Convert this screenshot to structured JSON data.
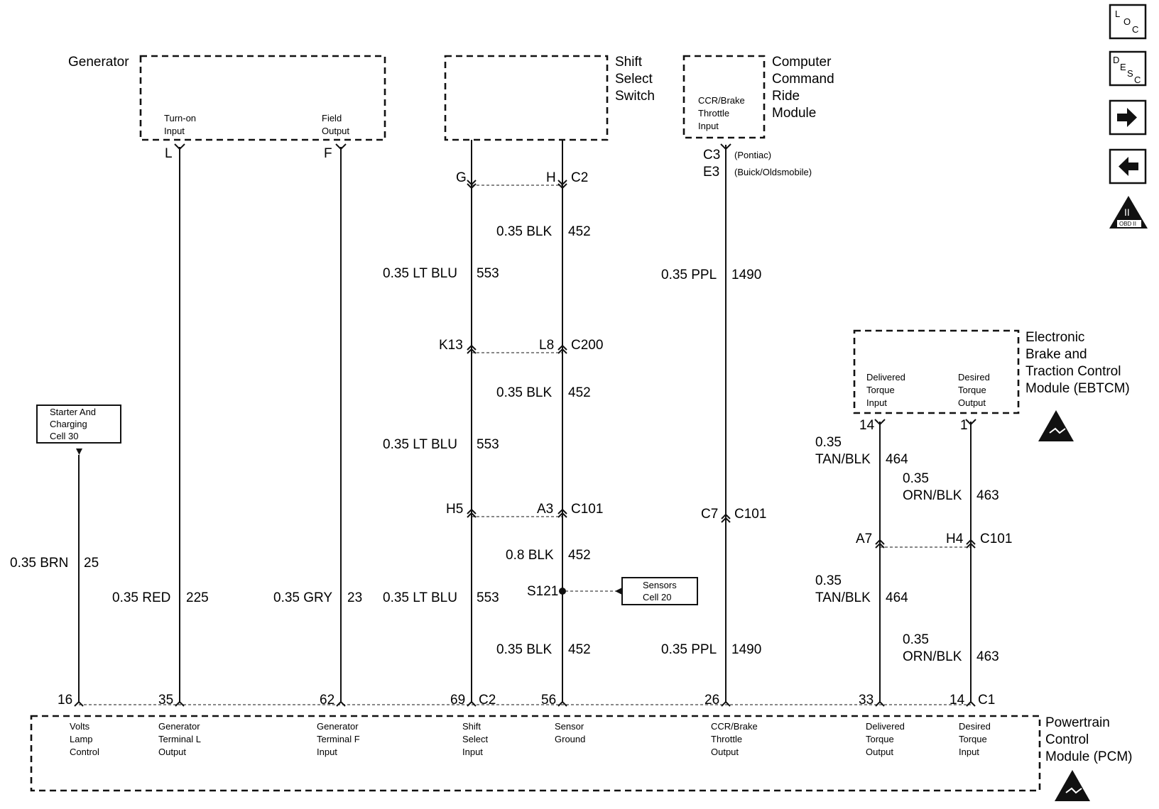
{
  "components": {
    "generator": {
      "title": "Generator",
      "pin_l_label": [
        "Turn-on",
        "Input"
      ],
      "pin_f_label": [
        "Field",
        "Output"
      ]
    },
    "shift_select_switch": {
      "title": [
        "Shift",
        "Select",
        "Switch"
      ]
    },
    "ccr_module": {
      "title": [
        "Computer",
        "Command",
        "Ride",
        "Module"
      ],
      "pin_label": [
        "CCR/Brake",
        "Throttle",
        "Input"
      ]
    },
    "ebtcm": {
      "title": [
        "Electronic",
        "Brake and",
        "Traction Control",
        "Module (EBTCM)"
      ],
      "pin1_label": [
        "Delivered",
        "Torque",
        "Input"
      ],
      "pin2_label": [
        "Desired",
        "Torque",
        "Output"
      ]
    },
    "pcm": {
      "title": [
        "Powertrain",
        "Control",
        "Module (PCM)"
      ]
    },
    "starter_ref": [
      "Starter And",
      "Charging",
      "Cell 30"
    ],
    "sensors_ref": [
      "Sensors",
      "Cell 20"
    ]
  },
  "connectors": {
    "gen_l": "L",
    "gen_f": "F",
    "shift_g": "G",
    "shift_h": "H",
    "shift_conn": "C2",
    "ccr_c3": "C3",
    "ccr_pontiac": "(Pontiac)",
    "ccr_e3": "E3",
    "ccr_buick": "(Buick/Oldsmobile)",
    "k13": "K13",
    "l8": "L8",
    "c200": "C200",
    "h5": "H5",
    "a3": "A3",
    "c101_a": "C101",
    "c7": "C7",
    "c101_b": "C101",
    "a7": "A7",
    "h4": "H4",
    "c101_c": "C101",
    "ebtcm_14": "14",
    "ebtcm_1": "1",
    "s121": "S121"
  },
  "wires": {
    "brn": {
      "color": "0.35 BRN",
      "circuit": "25"
    },
    "red": {
      "color": "0.35 RED",
      "circuit": "225"
    },
    "gry": {
      "color": "0.35 GRY",
      "circuit": "23"
    },
    "ltblu1": {
      "color": "0.35 LT BLU",
      "circuit": "553"
    },
    "ltblu2": {
      "color": "0.35 LT BLU",
      "circuit": "553"
    },
    "ltblu3": {
      "color": "0.35 LT BLU",
      "circuit": "553"
    },
    "blk1": {
      "color": "0.35 BLK",
      "circuit": "452"
    },
    "blk2": {
      "color": "0.35 BLK",
      "circuit": "452"
    },
    "blk3": {
      "color": "0.8 BLK",
      "circuit": "452"
    },
    "blk4": {
      "color": "0.35 BLK",
      "circuit": "452"
    },
    "ppl1": {
      "color": "0.35 PPL",
      "circuit": "1490"
    },
    "ppl2": {
      "color": "0.35 PPL",
      "circuit": "1490"
    },
    "tan1": {
      "gauge": "0.35",
      "color": "TAN/BLK",
      "circuit": "464"
    },
    "tan2": {
      "gauge": "0.35",
      "color": "TAN/BLK",
      "circuit": "464"
    },
    "orn1": {
      "gauge": "0.35",
      "color": "ORN/BLK",
      "circuit": "463"
    },
    "orn2": {
      "gauge": "0.35",
      "color": "ORN/BLK",
      "circuit": "463"
    }
  },
  "pcm_pins": {
    "p16": "16",
    "p35": "35",
    "p62": "62",
    "p69": "69",
    "c2": "C2",
    "p56": "56",
    "p26": "26",
    "p33": "33",
    "p14": "14",
    "c1": "C1",
    "labels": {
      "volts": [
        "Volts",
        "Lamp",
        "Control"
      ],
      "gen_l": [
        "Generator",
        "Terminal L",
        "Output"
      ],
      "gen_f": [
        "Generator",
        "Terminal F",
        "Input"
      ],
      "shift": [
        "Shift",
        "Select",
        "Input"
      ],
      "ground": [
        "Sensor",
        "Ground"
      ],
      "ccr": [
        "CCR/Brake",
        "Throttle",
        "Output"
      ],
      "delivered": [
        "Delivered",
        "Torque",
        "Output"
      ],
      "desired": [
        "Desired",
        "Torque",
        "Input"
      ]
    }
  },
  "nav": {
    "loc": {
      "letters": [
        "L",
        "O",
        "C"
      ],
      "icon": "location-icon"
    },
    "desc": {
      "letters": [
        "D",
        "E",
        "S",
        "C"
      ],
      "icon": "description-icon"
    },
    "next": {
      "icon": "arrow-right-icon"
    },
    "prev": {
      "icon": "arrow-left-icon"
    },
    "obd": {
      "label": "OBD II",
      "numeral": "II",
      "icon": "obd-warning-icon"
    }
  }
}
